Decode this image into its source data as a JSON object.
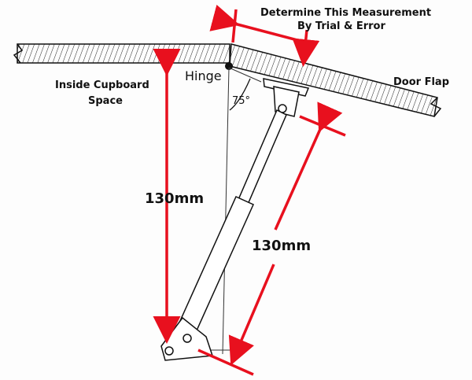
{
  "labels": {
    "instruction_line1": "Determine This Measurement",
    "instruction_line2": "By Trial & Error",
    "inside_line1": "Inside Cupboard",
    "inside_line2": "Space",
    "hinge": "Hinge",
    "angle": "75°",
    "door_flap": "Door Flap",
    "vertical_measure": "130mm",
    "strut_measure": "130mm"
  },
  "colors": {
    "dimension_lines": "#e8101e",
    "ink": "#111111"
  }
}
